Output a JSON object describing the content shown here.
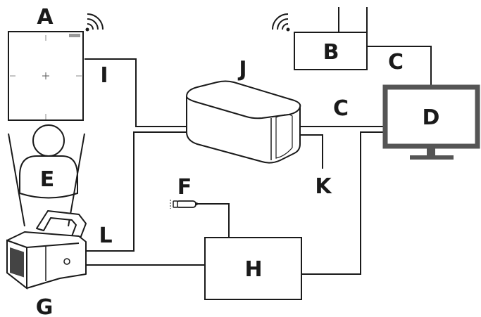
{
  "labels": {
    "A": "A",
    "B": "B",
    "C1": "C",
    "C2": "C",
    "D": "D",
    "E": "E",
    "F": "F",
    "G": "G",
    "H": "H",
    "I": "I",
    "J": "J",
    "K": "K",
    "L": "L"
  },
  "icons": {
    "detector_wifi": "wifi-signal-icon",
    "router_wifi": "wifi-signal-icon"
  },
  "colors": {
    "line": "#1a1a1a",
    "monitor": "#555555"
  }
}
